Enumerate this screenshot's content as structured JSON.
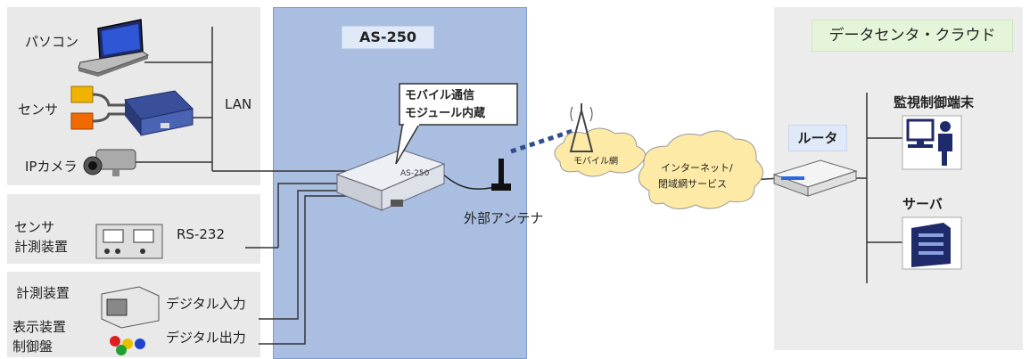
{
  "device": {
    "model": "AS-250",
    "bubble": [
      "モバイル通信",
      "モジュール内蔵"
    ]
  },
  "left": {
    "pc": "パソコン",
    "sensor": "センサ",
    "ipcam": "IPカメラ",
    "lan": "LAN",
    "serial_device": [
      "センサ",
      "計測装置"
    ],
    "rs232": "RS-232",
    "instrument": "計測装置",
    "display": [
      "表示装置",
      "制御盤"
    ],
    "dig_in": "デジタル入力",
    "dig_out": "デジタル出力"
  },
  "network": {
    "antenna": "外部アンテナ",
    "mobile": "モバイル網",
    "internet": [
      "インターネット/",
      "閉域網サービス"
    ]
  },
  "datacenter": {
    "title": "データセンタ・クラウド",
    "router": "ルータ",
    "terminal": "監視制御端末",
    "server": "サーバ"
  }
}
